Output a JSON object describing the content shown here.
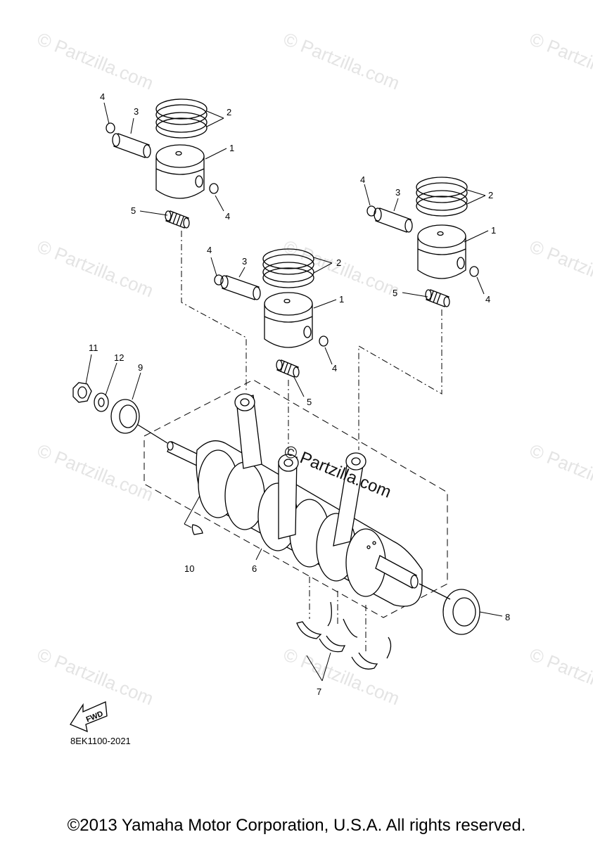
{
  "watermark": {
    "text": "© Partzilla.com",
    "center_text": "© Partzilla.com"
  },
  "callouts": {
    "c1": "1",
    "c2": "2",
    "c3": "3",
    "c4": "4",
    "c5": "5",
    "c6": "6",
    "c7": "7",
    "c8": "8",
    "c9": "9",
    "c10": "10",
    "c11": "11",
    "c12": "12"
  },
  "fwd_label": "FWD",
  "diagram_code": "8EK1100-2021",
  "copyright": "©2013 Yamaha Motor Corporation, U.S.A. All rights reserved."
}
